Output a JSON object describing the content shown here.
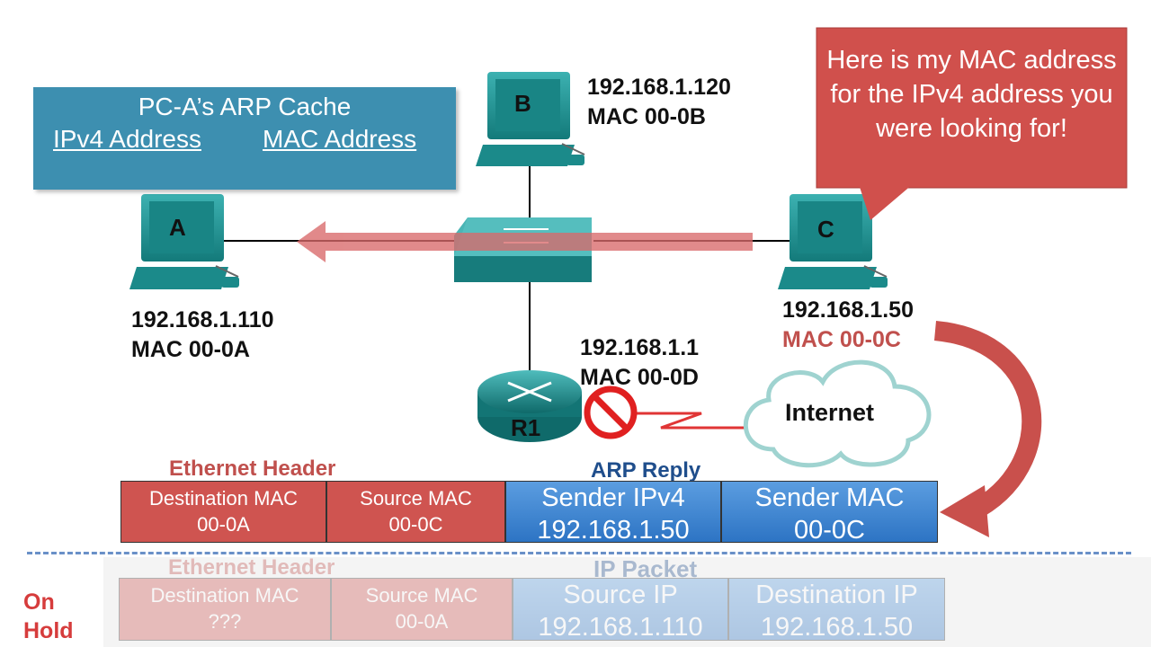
{
  "arp_cache": {
    "title": "PC-A’s ARP Cache",
    "col_ipv4": "IPv4 Address",
    "col_mac": "MAC Address"
  },
  "callout": {
    "text": "Here is my MAC address for the IPv4 address you were looking for!",
    "color": "#d0504c"
  },
  "hosts": {
    "a": {
      "label": "A",
      "ip": "192.168.1.110",
      "mac": "MAC 00-0A"
    },
    "b": {
      "label": "B",
      "ip": "192.168.1.120",
      "mac": "MAC 00-0B"
    },
    "c": {
      "label": "C",
      "ip": "192.168.1.50",
      "mac": "MAC 00-0C"
    }
  },
  "router": {
    "label": "R1",
    "ip": "192.168.1.1",
    "mac": "MAC 00-0D"
  },
  "cloud": {
    "label": "Internet"
  },
  "frame": {
    "eth_header_title": "Ethernet Header",
    "arp_title": "ARP Reply",
    "dest_mac_label": "Destination MAC",
    "dest_mac_value": "00-0A",
    "src_mac_label": "Source MAC",
    "src_mac_value": "00-0C",
    "sender_ipv4_label": "Sender IPv4",
    "sender_ipv4_value": "192.168.1.50",
    "sender_mac_label": "Sender MAC",
    "sender_mac_value": "00-0C"
  },
  "on_hold": {
    "label_line1": "On",
    "label_line2": "Hold",
    "eth_header_title": "Ethernet Header",
    "ip_title": "IP Packet",
    "dest_mac_label": "Destination MAC",
    "dest_mac_value": "???",
    "src_mac_label": "Source MAC",
    "src_mac_value": "00-0A",
    "src_ip_label": "Source IP",
    "src_ip_value": "192.168.1.110",
    "dst_ip_label": "Destination IP",
    "dst_ip_value": "192.168.1.50"
  },
  "colors": {
    "accent_red": "#cf5450",
    "cache_blue": "#3d8fb0",
    "arp_blue": "#2d74c4",
    "device_teal": "#1a8c8c",
    "mac_c_red": "#c0504d"
  }
}
